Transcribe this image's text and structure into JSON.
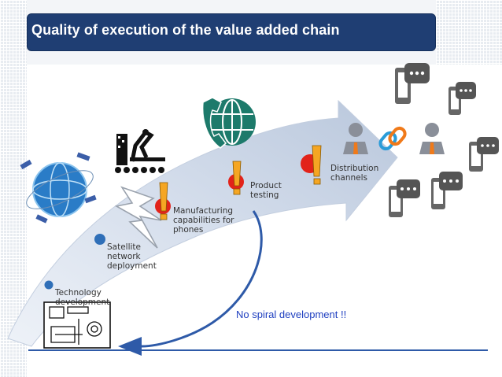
{
  "slide": {
    "title": "Quality of execution of the value added chain",
    "note": "No spiral development !!"
  },
  "stages": [
    {
      "id": "technology",
      "lines": [
        "Technology",
        "development"
      ]
    },
    {
      "id": "satellite",
      "lines": [
        "Satellite",
        "network",
        "deployment"
      ]
    },
    {
      "id": "manufacturing",
      "lines": [
        "Manufacturing",
        "capabilities for",
        "phones"
      ]
    },
    {
      "id": "product",
      "lines": [
        "Product",
        "testing"
      ]
    },
    {
      "id": "distribution",
      "lines": [
        "Distribution",
        "channels"
      ]
    }
  ],
  "icons": {
    "satellite_globe": "satellite-globe-icon",
    "robot_arm": "robot-arm-icon",
    "phone_globe": "phone-globe-icon",
    "blueprint": "blueprint-icon",
    "people_link": "people-link-icon",
    "chat_phones": "chat-phone-icon",
    "warning": "warning-exclamation-icon",
    "lightning": "lightning-icon"
  },
  "colors": {
    "title_bg": "#1f3e73",
    "arrow": "#c8d3e3",
    "accent_dot": "#2f6fb8",
    "warning": "#e2231a",
    "exclaim": "#f5a623",
    "note_text": "#2040c0",
    "feedback_arrow": "#2e5aa8"
  }
}
